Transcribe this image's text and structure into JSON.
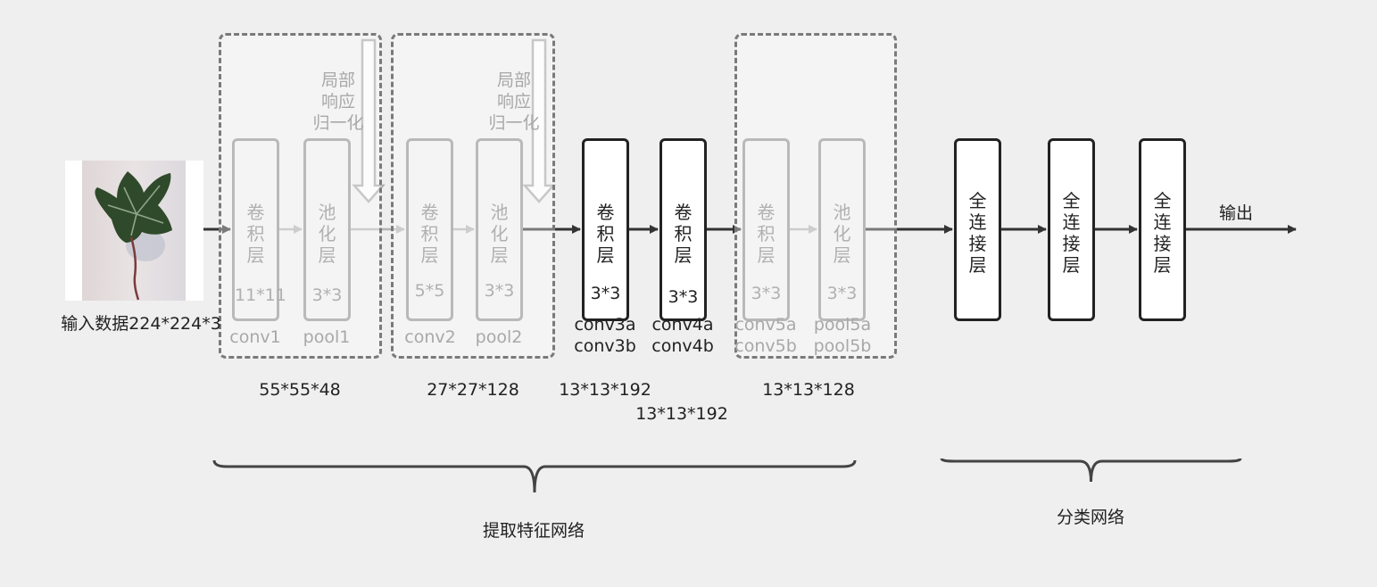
{
  "input": {
    "label": "输入数据224*224*3"
  },
  "groups": [
    {
      "id": "g1",
      "lrn_lines": [
        "局部",
        "响应",
        "归一化"
      ],
      "layers": [
        {
          "text": [
            "卷",
            "积",
            "层"
          ],
          "kernel": "11*11",
          "name": "conv1"
        },
        {
          "text": [
            "池",
            "化",
            "层"
          ],
          "kernel": "3*3",
          "name": "pool1"
        }
      ],
      "size": "55*55*48"
    },
    {
      "id": "g2",
      "lrn_lines": [
        "局部",
        "响应",
        "归一化"
      ],
      "layers": [
        {
          "text": [
            "卷",
            "积",
            "层"
          ],
          "kernel": "5*5",
          "name": "conv2"
        },
        {
          "text": [
            "池",
            "化",
            "层"
          ],
          "kernel": "3*3",
          "name": "pool2"
        }
      ],
      "size": "27*27*128"
    }
  ],
  "mid_layers": [
    {
      "text": [
        "卷",
        "积",
        "层"
      ],
      "kernel": "3*3",
      "names": [
        "conv3a",
        "conv3b"
      ],
      "size": "13*13*192"
    },
    {
      "text": [
        "卷",
        "积",
        "层"
      ],
      "kernel": "3*3",
      "names": [
        "conv4a",
        "conv4b"
      ],
      "size": "13*13*192"
    }
  ],
  "group3": {
    "layers": [
      {
        "text": [
          "卷",
          "积",
          "层"
        ],
        "kernel": "3*3",
        "names": [
          "conv5a",
          "conv5b"
        ]
      },
      {
        "text": [
          "池",
          "化",
          "层"
        ],
        "kernel": "3*3",
        "names": [
          "pool5a",
          "pool5b"
        ]
      }
    ],
    "size": "13*13*128"
  },
  "fc_layers": [
    {
      "text": [
        "全",
        "连",
        "接",
        "层"
      ]
    },
    {
      "text": [
        "全",
        "连",
        "接",
        "层"
      ]
    },
    {
      "text": [
        "全",
        "连",
        "接",
        "层"
      ]
    }
  ],
  "output": {
    "label": "输出"
  },
  "braces": {
    "feature": "提取特征网络",
    "classify": "分类网络"
  }
}
